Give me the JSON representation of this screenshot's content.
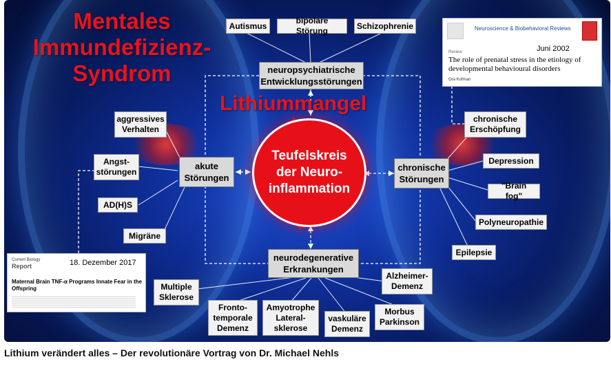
{
  "title": "Mentales\nImmundefizienz-\nSyndrom",
  "lithium_label": "Lithiummangel",
  "center_label": "Teufelskreis\nder Neuro-\ninflammation",
  "hubs": {
    "top": "neuropsychiatrische\nEntwicklungsstörungen",
    "left": "akute\nStörungen",
    "right": "chronische\nStörungen",
    "bottom": "neurodegenerative\nErkrankungen"
  },
  "top_items": [
    "Autismus",
    "bipolare Störung",
    "Schizophrenie"
  ],
  "left_items": [
    "aggressives\nVerhalten",
    "Angst-\nstörungen",
    "AD(H)S",
    "Migräne"
  ],
  "right_items": [
    "chronische\nErschöpfung",
    "Depression",
    "\"Brain fog\"",
    "Polyneuropathie",
    "Epilepsie"
  ],
  "bottom_items": [
    "Multiple\nSklerose",
    "Fronto-\ntemporale\nDemenz",
    "Amyotrophe\nLateral-\nsklerose",
    "vaskuläre\nDemenz",
    "Morbus\nParkinson",
    "Alzheimer-\nDemenz"
  ],
  "paper_top_right": {
    "journal": "Neuroscience & Biobehavioral Reviews",
    "date": "Juni 2002",
    "label": "Review",
    "title": "The role of prenatal stress in the etiology of developmental behavioural disorders",
    "author": "Ora Kofman"
  },
  "paper_bottom_left": {
    "journal_line1": "Current Biology",
    "journal_line2": "Report",
    "date": "18. Dezember 2017",
    "title": "Maternal Brain TNF-α Programs Innate Fear in the Offspring"
  },
  "caption": "Lithium verändert alles – Der revolutionäre Vortrag von Dr. Michael Nehls",
  "colors": {
    "red": "#e8131b",
    "box": "#f2f2f2",
    "background": "#0f2f9a"
  }
}
